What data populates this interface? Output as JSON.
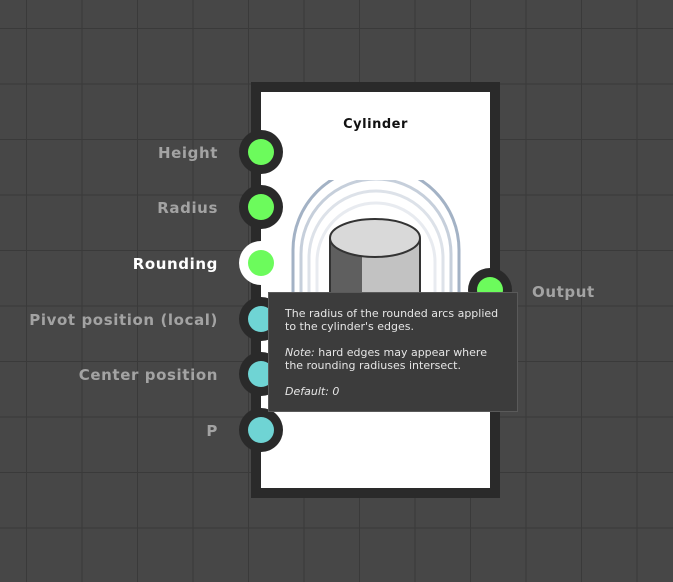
{
  "node": {
    "title": "Cylinder",
    "inputs": [
      {
        "label": "Height",
        "color": "#6cfb5c",
        "kind": "number"
      },
      {
        "label": "Radius",
        "color": "#6cfb5c",
        "kind": "number"
      },
      {
        "label": "Rounding",
        "color": "#6cfb5c",
        "kind": "number",
        "hovered": true
      },
      {
        "label": "Pivot position (local)",
        "color": "#6fd4d4",
        "kind": "vector"
      },
      {
        "label": "Center position",
        "color": "#6fd4d4",
        "kind": "vector"
      },
      {
        "label": "P",
        "color": "#6fd4d4",
        "kind": "vector"
      }
    ],
    "output": {
      "label": "Output",
      "color": "#6cfb5c"
    }
  },
  "tooltip": {
    "description": "The radius of the rounded arcs applied to the cylinder's edges.",
    "note_label": "Note:",
    "note_text": " hard edges may appear where the rounding radiuses intersect.",
    "default_label": "Default: 0"
  },
  "colors": {
    "background": "#474747",
    "grid": "#3a3a3a",
    "node_frame": "#2a2a2a",
    "label": "#a3a3a3",
    "label_active": "#ffffff"
  }
}
